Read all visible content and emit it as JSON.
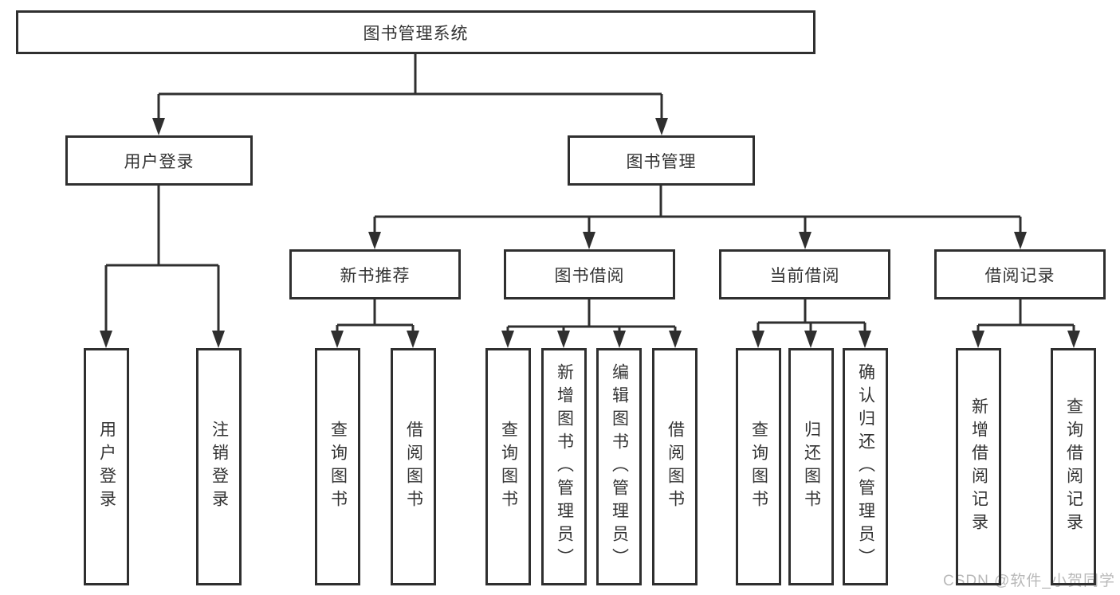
{
  "tree": {
    "label": "图书管理系统",
    "children": [
      {
        "label": "用户登录",
        "children": [
          {
            "label": "用户登录"
          },
          {
            "label": "注销登录"
          }
        ]
      },
      {
        "label": "图书管理",
        "children": [
          {
            "label": "新书推荐",
            "children": [
              {
                "label": "查询图书"
              },
              {
                "label": "借阅图书"
              }
            ]
          },
          {
            "label": "图书借阅",
            "children": [
              {
                "label": "查询图书"
              },
              {
                "label": "新增图书（管理员）"
              },
              {
                "label": "编辑图书（管理员）"
              },
              {
                "label": "借阅图书"
              }
            ]
          },
          {
            "label": "当前借阅",
            "children": [
              {
                "label": "查询图书"
              },
              {
                "label": "归还图书"
              },
              {
                "label": "确认归还（管理员）"
              }
            ]
          },
          {
            "label": "借阅记录",
            "children": [
              {
                "label": "新增借阅记录"
              },
              {
                "label": "查询借阅记录"
              }
            ]
          }
        ]
      }
    ]
  },
  "watermark": "CSDN @软件_小贺同学",
  "colors": {
    "line": "#2f2f2f",
    "text": "#333333",
    "watermark": "#b9b9b9",
    "background": "#ffffff"
  }
}
